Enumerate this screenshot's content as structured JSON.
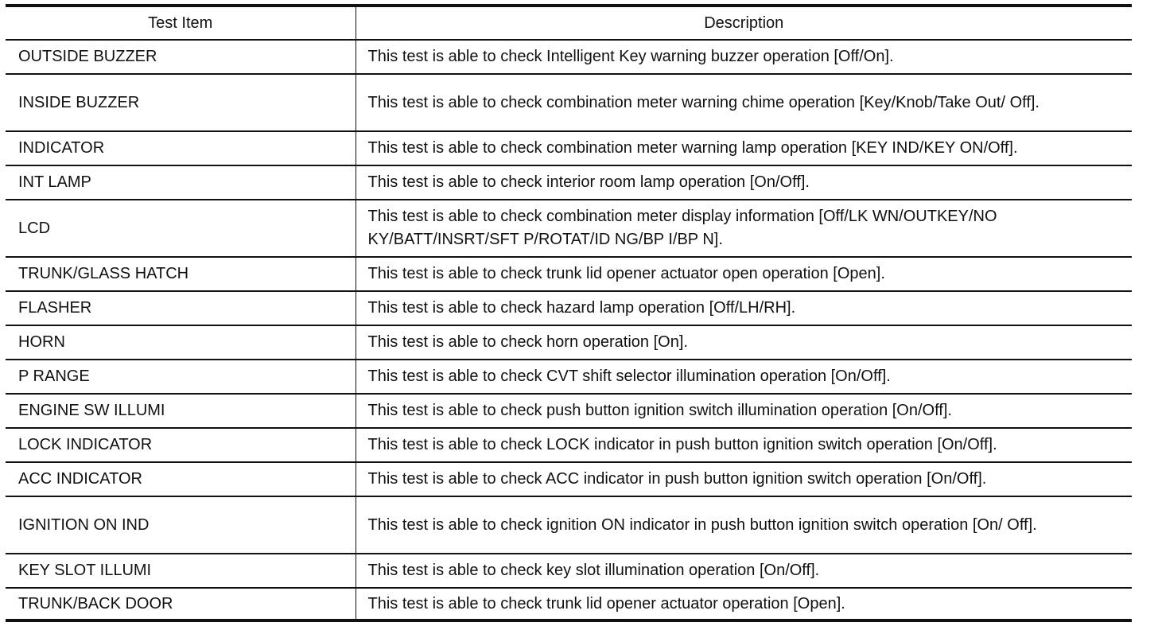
{
  "table": {
    "headers": [
      "Test Item",
      "Description"
    ],
    "rows": [
      {
        "item": "OUTSIDE BUZZER",
        "description": "This test is able to check Intelligent Key warning buzzer operation [Off/On]."
      },
      {
        "item": "INSIDE BUZZER",
        "description": "This test is able to check combination meter warning chime operation [Key/Knob/Take Out/ Off]."
      },
      {
        "item": "INDICATOR",
        "description": "This test is able to check combination meter warning lamp operation [KEY IND/KEY ON/Off]."
      },
      {
        "item": "INT LAMP",
        "description": "This test is able to check interior room lamp operation [On/Off]."
      },
      {
        "item": "LCD",
        "description": "This test is able to check combination meter display information [Off/LK WN/OUTKEY/NO KY/BATT/INSRT/SFT P/ROTAT/ID NG/BP I/BP N]."
      },
      {
        "item": "TRUNK/GLASS HATCH",
        "description": "This test is able to check trunk lid opener actuator open operation [Open]."
      },
      {
        "item": "FLASHER",
        "description": "This test is able to check hazard lamp operation [Off/LH/RH]."
      },
      {
        "item": "HORN",
        "description": "This test is able to check horn operation [On]."
      },
      {
        "item": "P RANGE",
        "description": "This test is able to check CVT shift selector illumination operation [On/Off]."
      },
      {
        "item": "ENGINE SW ILLUMI",
        "description": "This test is able to check push button ignition switch illumination operation [On/Off]."
      },
      {
        "item": "LOCK INDICATOR",
        "description": "This test is able to check LOCK indicator in push button ignition switch operation [On/Off]."
      },
      {
        "item": "ACC INDICATOR",
        "description": "This test is able to check ACC indicator in push button ignition switch operation [On/Off]."
      },
      {
        "item": "IGNITION ON IND",
        "description": "This test is able to check ignition ON indicator in push button ignition switch operation [On/ Off]."
      },
      {
        "item": "KEY SLOT ILLUMI",
        "description": "This test is able to check key slot illumination operation [On/Off]."
      },
      {
        "item": "TRUNK/BACK DOOR",
        "description": "This test is able to check trunk lid opener actuator operation [Open]."
      }
    ]
  }
}
